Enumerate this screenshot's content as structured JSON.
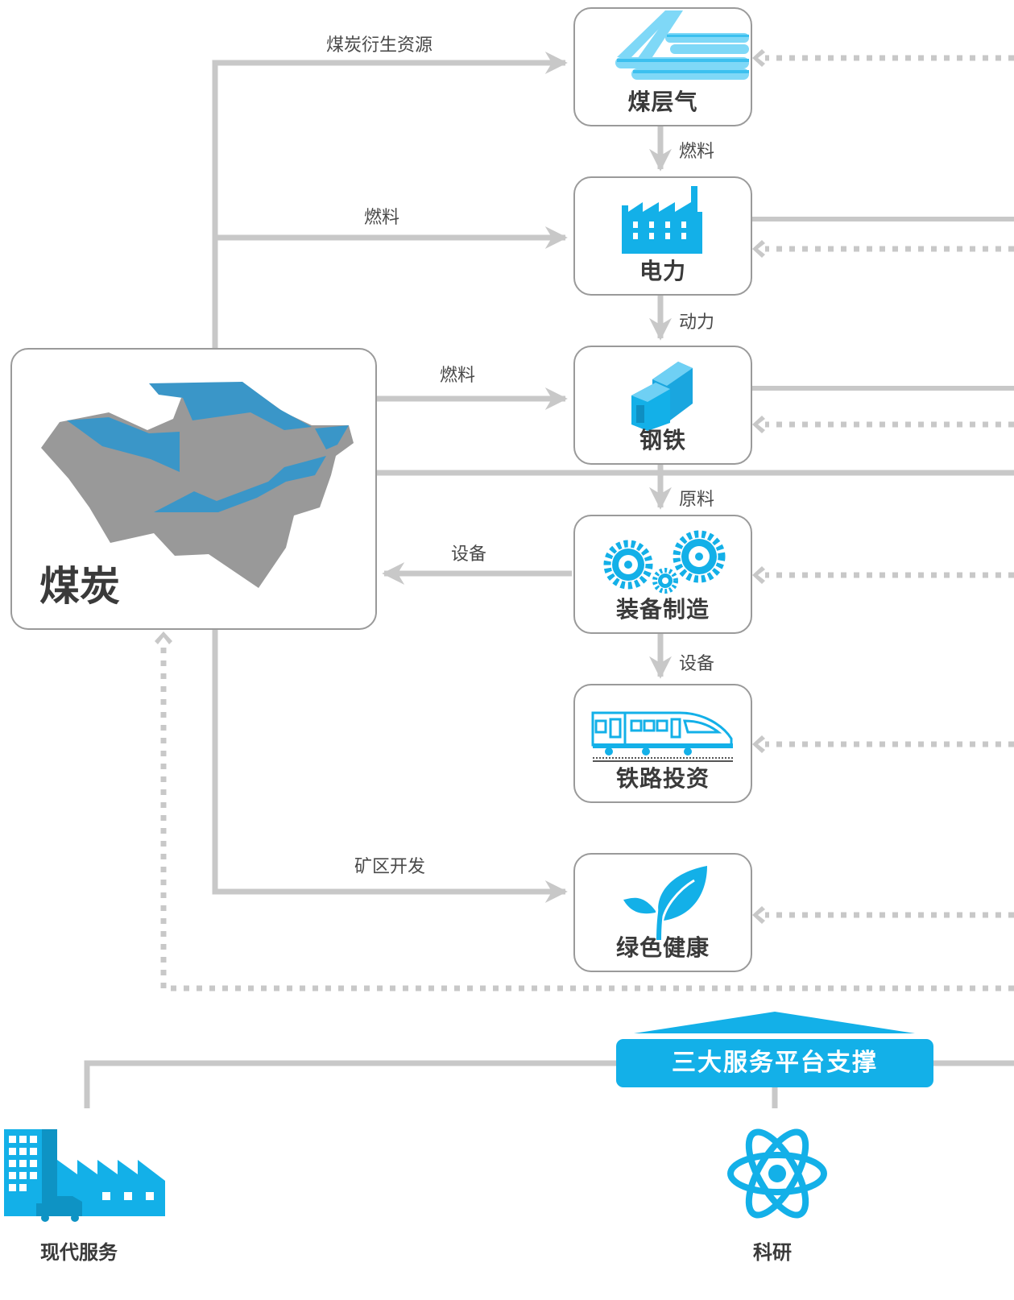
{
  "coal": {
    "label": "煤炭"
  },
  "nodes": {
    "cbm": {
      "label": "煤层气"
    },
    "power": {
      "label": "电力"
    },
    "steel": {
      "label": "钢铁"
    },
    "equip": {
      "label": "装备制造"
    },
    "rail": {
      "label": "铁路投资"
    },
    "green": {
      "label": "绿色健康"
    }
  },
  "flows": {
    "coal_to_cbm": "煤炭衍生资源",
    "coal_to_power": "燃料",
    "coal_to_steel": "燃料",
    "equip_to_coal": "设备",
    "coal_to_green": "矿区开发",
    "cbm_to_power": "燃料",
    "power_to_steel": "动力",
    "steel_to_equip": "原料",
    "equip_to_rail": "设备"
  },
  "platform": {
    "title": "三大服务平台支撑",
    "items": [
      {
        "label": "现代服务"
      },
      {
        "label": "科研"
      }
    ]
  },
  "colors": {
    "accent": "#13b0e8",
    "connector": "#c8c8c8",
    "box_border": "#9a9a9a",
    "text": "#3a3a3a",
    "coal_gray": "#999999",
    "coal_blue": "#3a96c8"
  }
}
